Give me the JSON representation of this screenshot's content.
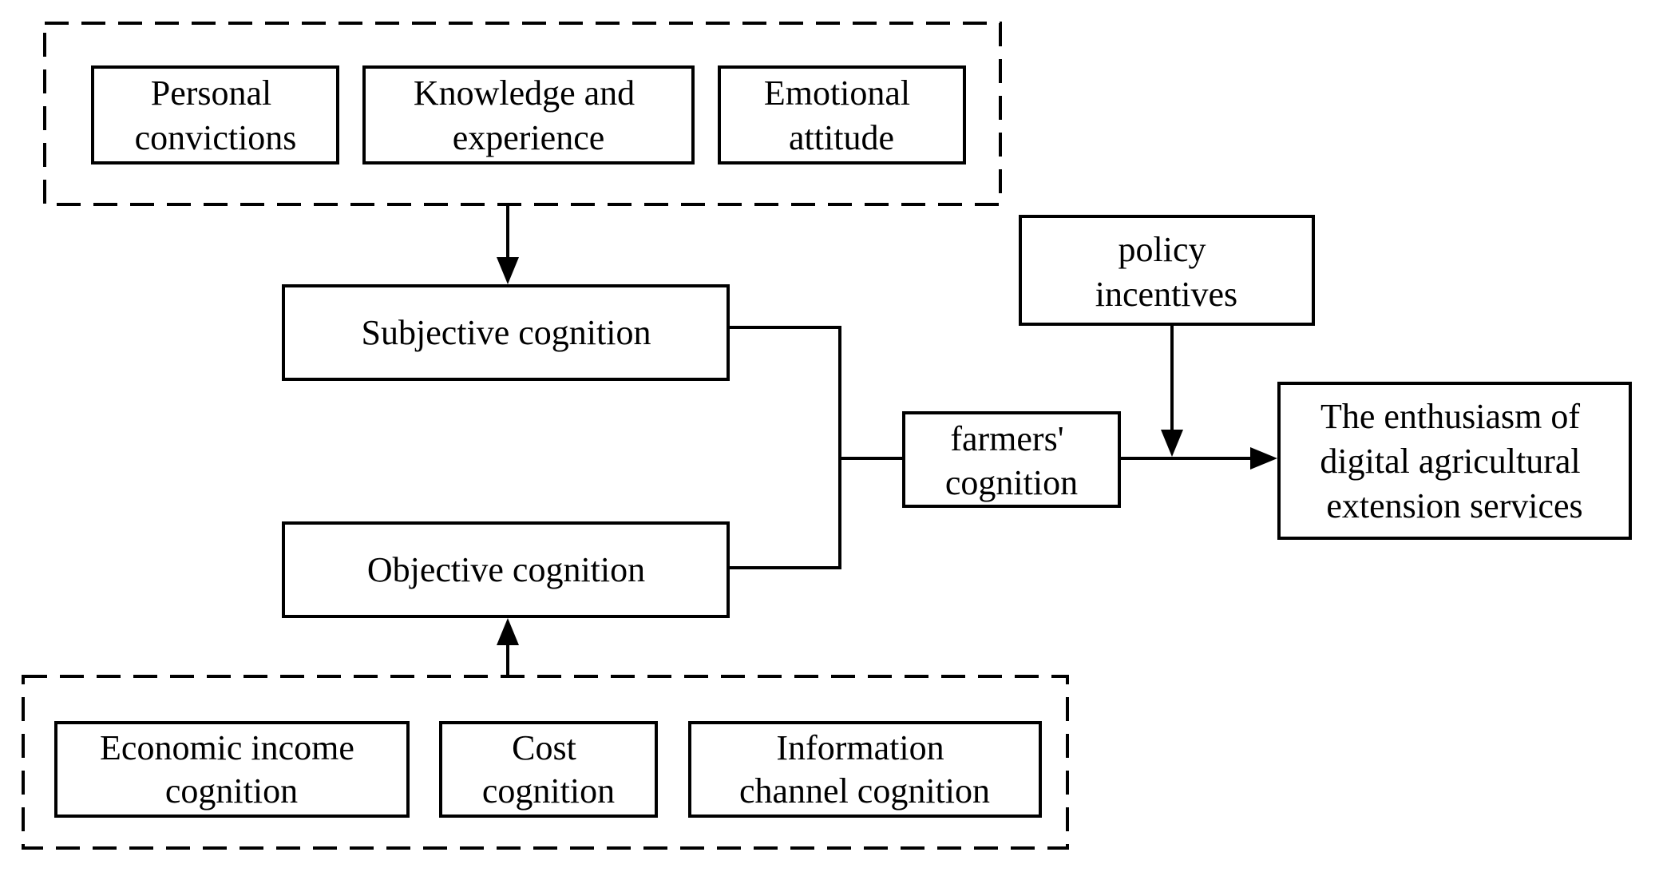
{
  "diagram": {
    "subjective_factors": [
      [
        "Personal",
        "convictions"
      ],
      [
        "Knowledge and",
        "experience"
      ],
      [
        "Emotional",
        "attitude"
      ]
    ],
    "objective_factors": [
      [
        "Economic income",
        "cognition"
      ],
      [
        "Cost",
        "cognition"
      ],
      [
        "Information",
        "channel cognition"
      ]
    ],
    "subjective_cognition": "Subjective cognition",
    "objective_cognition": "Objective cognition",
    "farmers_cognition": [
      "farmers'",
      "cognition"
    ],
    "policy_incentives": [
      "policy",
      "incentives"
    ],
    "outcome": [
      "The enthusiasm of",
      "digital agricultural",
      "extension services"
    ]
  }
}
